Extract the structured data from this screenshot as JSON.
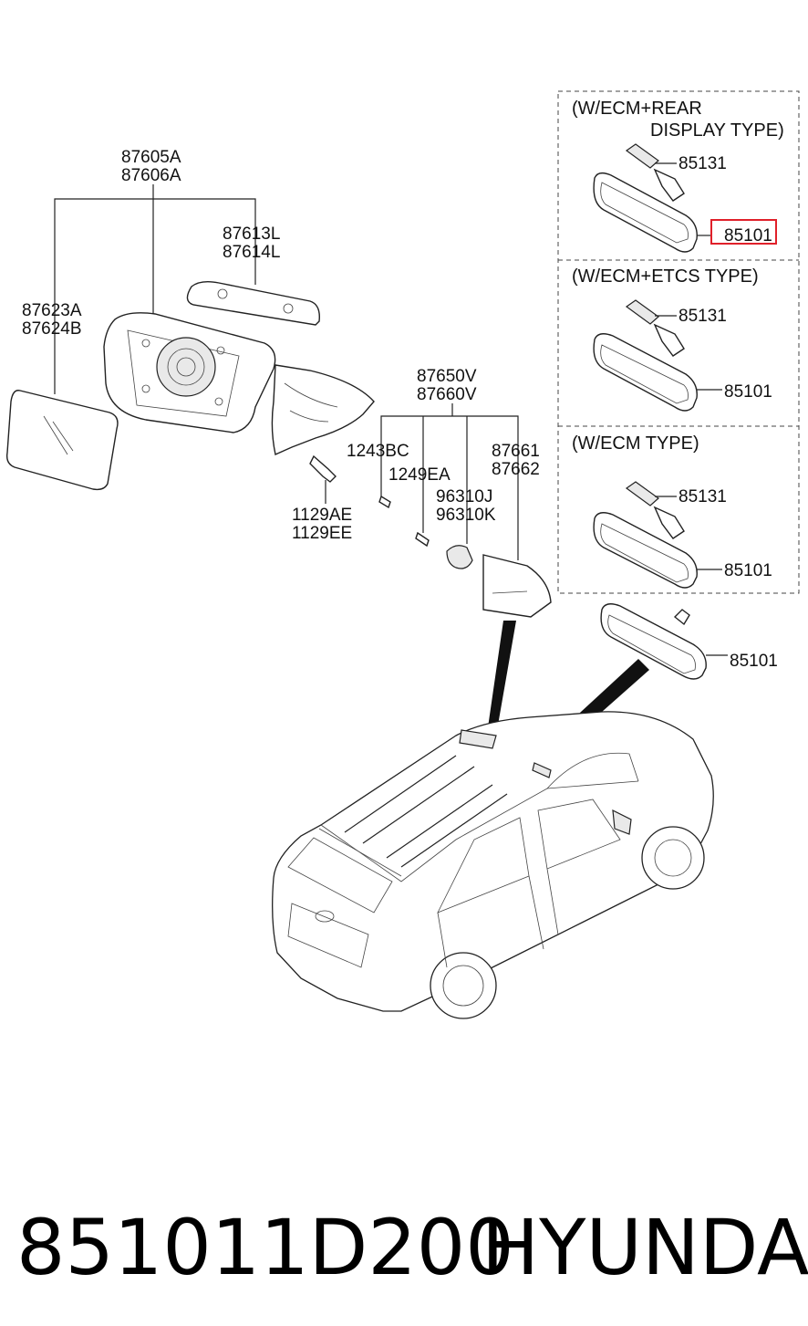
{
  "labels": {
    "mirror_assy": [
      "87605A",
      "87606A"
    ],
    "mirror_glass": [
      "87623A",
      "87624B"
    ],
    "scalp_cover": [
      "87613L",
      "87614L"
    ],
    "screw_1129": [
      "1129AE",
      "1129EE"
    ],
    "inside_cover": [
      "87650V",
      "87660V"
    ],
    "screw_1243": "1243BC",
    "screw_1249": "1249EA",
    "speaker": [
      "96310J",
      "96310K"
    ],
    "garnish": [
      "87661",
      "87662"
    ],
    "box1_title": [
      "(W/ECM+REAR",
      "DISPLAY TYPE)"
    ],
    "box2_title": "(W/ECM+ETCS TYPE)",
    "box3_title": "(W/ECM TYPE)",
    "cover_85131": "85131",
    "mirror_85101": "85101"
  },
  "highlight_color": "#e0202a",
  "footer": {
    "part_number": "851011D200",
    "brand": "HYUNDAI"
  }
}
